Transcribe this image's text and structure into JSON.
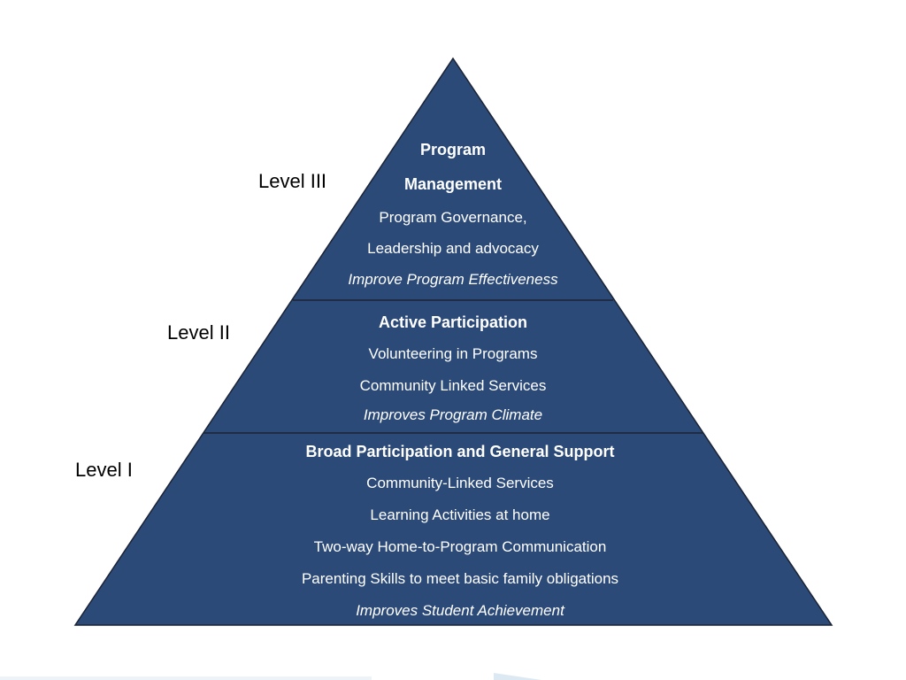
{
  "colors": {
    "pyramid_fill": "#2c4a78",
    "pyramid_stroke": "#1a2335",
    "divider": "#1a2335",
    "text": "#ffffff",
    "decor": "#dce9f3"
  },
  "levels": {
    "level_3": "Level III",
    "level_2": "Level II",
    "level_1": "Level I"
  },
  "tiers": {
    "tier_3": {
      "head_line_1": "Program",
      "head_line_2": "Management",
      "body": [
        "Program Governance,",
        "Leadership and advocacy"
      ],
      "outcome": "Improve Program Effectiveness"
    },
    "tier_2": {
      "head": "Active Participation",
      "body": [
        "Volunteering in Programs",
        "Community Linked Services"
      ],
      "outcome": "Improves Program Climate"
    },
    "tier_1": {
      "head": "Broad Participation and General Support",
      "body": [
        "Community-Linked Services",
        "Learning Activities at home",
        "Two-way Home-to-Program Communication",
        "Parenting Skills to meet basic family obligations"
      ],
      "outcome": "Improves Student Achievement"
    }
  }
}
